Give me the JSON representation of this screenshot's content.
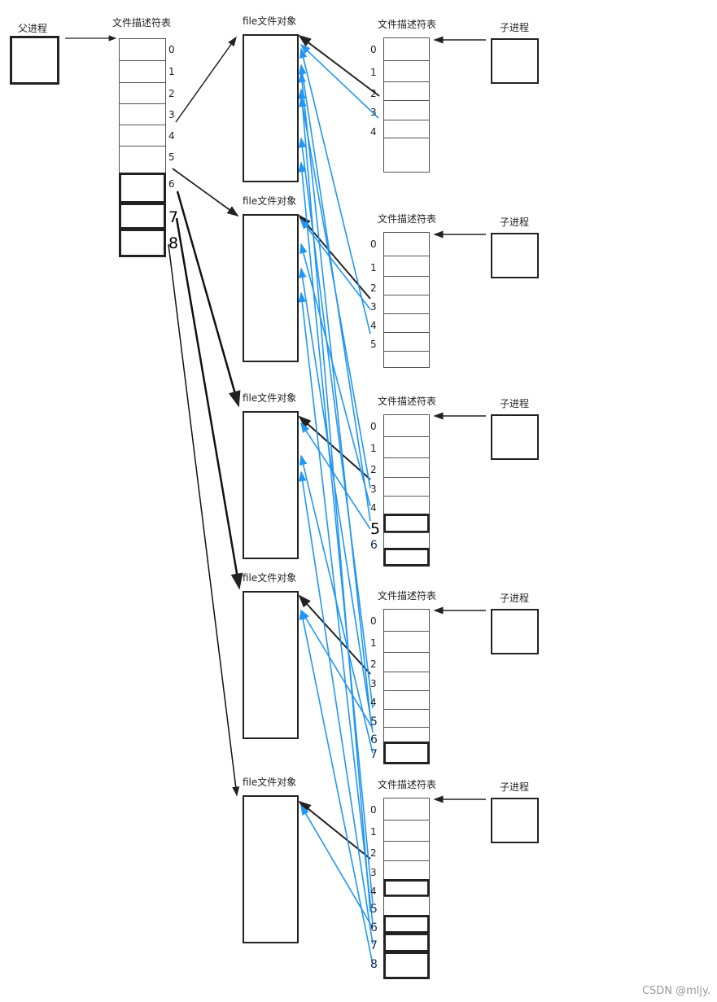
{
  "parent": {
    "label": "父进程",
    "table_title": "文件描述符表",
    "fds": [
      "0",
      "1",
      "2",
      "3",
      "4",
      "5",
      "6",
      "7",
      "8"
    ]
  },
  "file_object_label": "file文件对象",
  "children": [
    {
      "label": "子进程",
      "table_title": "文件描述符表",
      "fds": [
        "0",
        "1",
        "2",
        "3",
        "4"
      ]
    },
    {
      "label": "子进程",
      "table_title": "文件描述符表",
      "fds": [
        "0",
        "1",
        "2",
        "3",
        "4",
        "5"
      ]
    },
    {
      "label": "子进程",
      "table_title": "文件描述符表",
      "fds": [
        "0",
        "1",
        "2",
        "3",
        "4",
        "5",
        "6"
      ]
    },
    {
      "label": "子进程",
      "table_title": "文件描述符表",
      "fds": [
        "0",
        "1",
        "2",
        "3",
        "4",
        "5",
        "6",
        "7"
      ]
    },
    {
      "label": "子进程",
      "table_title": "文件描述符表",
      "fds": [
        "0",
        "1",
        "2",
        "3",
        "4",
        "5",
        "6",
        "7",
        "8"
      ]
    }
  ],
  "watermark": "CSDN @mljy.",
  "colors": {
    "arrow_black": "#222222",
    "arrow_blue": "#2196f3"
  }
}
